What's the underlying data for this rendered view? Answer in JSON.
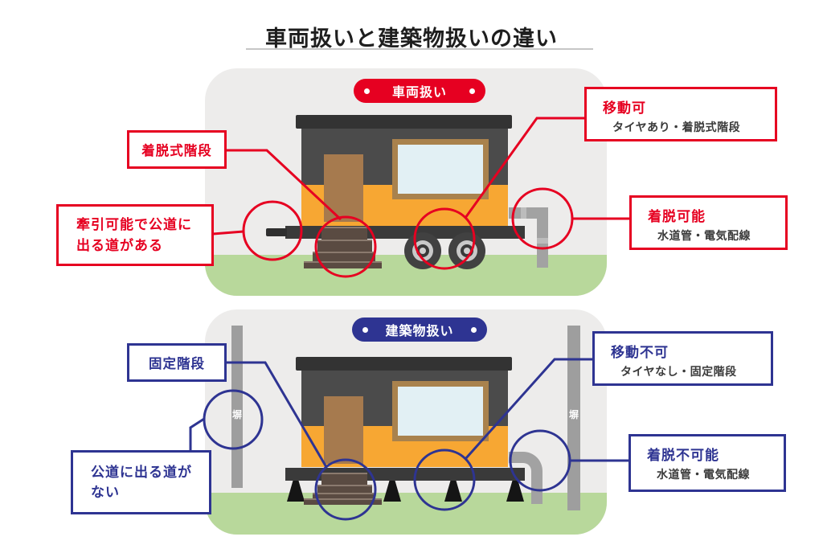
{
  "title": "車両扱いと建築物扱いの違い",
  "accent_colors": {
    "vehicle_red": "#e60021",
    "building_blue": "#2e3492"
  },
  "vehicle": {
    "badge": "車両扱い",
    "stairs_label": "着脱式階段",
    "movable_title": "移動可",
    "movable_sub": "タイヤあり・着脱式階段",
    "tow_line1": "牽引可能で公道に",
    "tow_line2": "出る道がある",
    "utility_title": "着脱可能",
    "utility_sub": "水道管・電気配線"
  },
  "building": {
    "badge": "建築物扱い",
    "stairs_label": "固定階段",
    "immovable_title": "移動不可",
    "immovable_sub": "タイヤなし・固定階段",
    "road_line1": "公道に出る道が",
    "road_line2": "ない",
    "utility_title": "着脱不可能",
    "utility_sub": "水道管・電気配線",
    "fence_label": "塀"
  }
}
